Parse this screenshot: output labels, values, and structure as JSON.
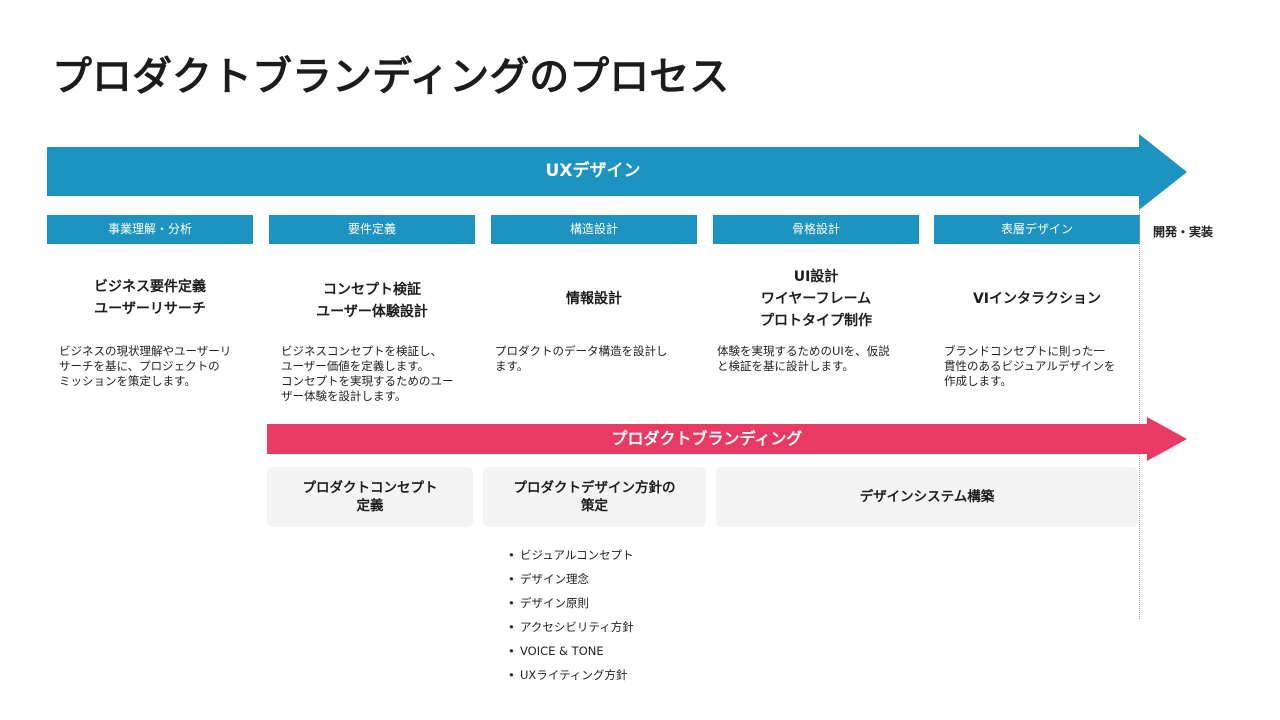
{
  "title": "プロダクトブランディングのプロセス",
  "colors": {
    "ux": "#1c93c1",
    "branding": "#e83a63",
    "box": "#f4f4f4"
  },
  "ux_arrow": {
    "label": "UXデザイン"
  },
  "phases": [
    {
      "label": "事業理解・分析"
    },
    {
      "label": "要件定義"
    },
    {
      "label": "構造設計"
    },
    {
      "label": "骨格設計"
    },
    {
      "label": "表層デザイン"
    }
  ],
  "dev_label": "開発・実装",
  "activities": [
    {
      "lines": [
        "ビジネス要件定義",
        "ユーザーリサーチ"
      ]
    },
    {
      "lines": [
        "コンセプト検証",
        "ユーザー体験設計"
      ]
    },
    {
      "lines": [
        "情報設計"
      ]
    },
    {
      "lines": [
        "UI設計",
        "ワイヤーフレーム",
        "プロトタイプ制作"
      ]
    },
    {
      "lines": [
        "VIインタラクション"
      ]
    }
  ],
  "descriptions": [
    {
      "lines": [
        "ビジネスの現状理解やユーザーリ",
        "サーチを基に、プロジェクトの",
        "ミッションを策定します。"
      ]
    },
    {
      "lines": [
        "ビジネスコンセプトを検証し、",
        "ユーザー価値を定義します。",
        "コンセプトを実現するためのユー",
        "ザー体験を設計します。"
      ]
    },
    {
      "lines": [
        "プロダクトのデータ構造を設計し",
        "ます。"
      ]
    },
    {
      "lines": [
        "体験を実現するためのUIを、仮説",
        "と検証を基に設計します。"
      ]
    },
    {
      "lines": [
        "ブランドコンセプトに則った一",
        "貫性のあるビジュアルデザインを",
        "作成します。"
      ]
    }
  ],
  "branding_arrow": {
    "label": "プロダクトブランディング"
  },
  "branding_boxes": [
    {
      "lines": [
        "プロダクトコンセプト",
        "定義"
      ]
    },
    {
      "lines": [
        "プロダクトデザイン方針の",
        "策定"
      ]
    },
    {
      "lines": [
        "デザインシステム構築"
      ]
    }
  ],
  "bullets": [
    "ビジュアルコンセプト",
    "デザイン理念",
    "デザイン原則",
    "アクセシビリティ方針",
    "VOICE & TONE",
    "UXライティング方針"
  ]
}
